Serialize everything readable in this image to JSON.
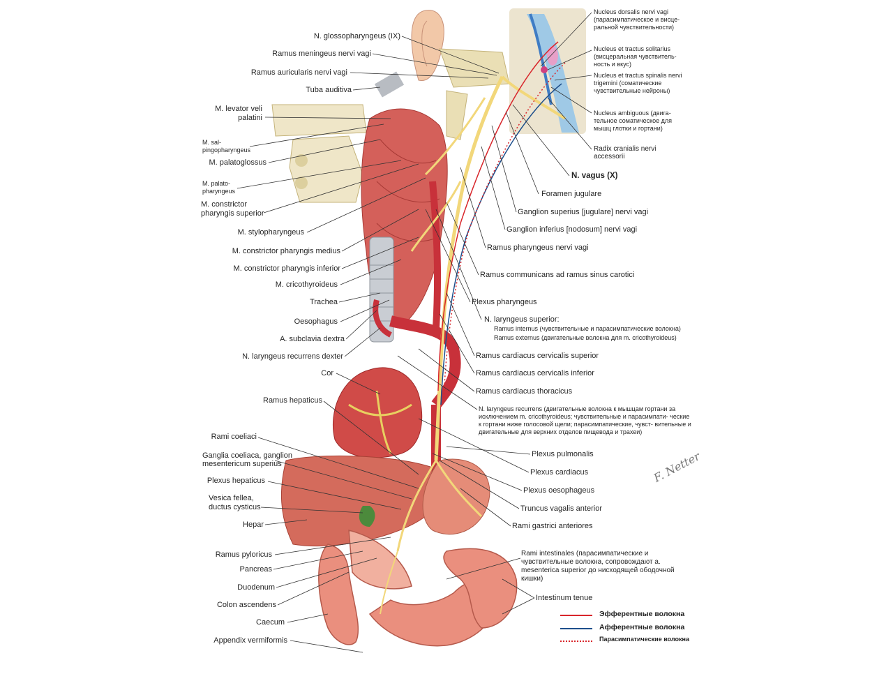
{
  "colors": {
    "efferent": "#d8262b",
    "afferent": "#1e4f8c",
    "parasympathetic": "#d8262b",
    "nerve": "#f2d77a",
    "muscle": "#d4605a",
    "organ": "#e58c78",
    "bone": "#efe6c8"
  },
  "labels": {
    "nucleus_dorsalis": "Nucleus dorsalis nervi vagi (парасимпатическое и висце- ральной чувствительности)",
    "nucleus_tractus_solitarius": "Nucleus et tractus solitarius (висцеральная чувствитель- ность и вкус)",
    "nucleus_spinalis": "Nucleus et tractus spinalis nervi trigemini (соматические чувствительные нейроны)",
    "nucleus_ambiguous": "Nucleus ambiguous (двига- тельное соматическое для мышц глотки и гортани)",
    "radix_cranialis": "Radix cranialis nervi accessorii",
    "n_vagus": "N. vagus (X)",
    "foramen_jugulare": "Foramen jugulare",
    "ganglion_superius": "Ganglion superius [jugulare] nervi vagi",
    "ganglion_inferius": "Ganglion inferius [nodosum] nervi vagi",
    "ramus_pharyngeus": "Ramus pharyngeus nervi vagi",
    "ramus_communicans": "Ramus communicans ad ramus sinus carotici",
    "plexus_pharyngeus": "Plexus pharyngeus",
    "n_laryngeus_superior": "N. laryngeus superior:",
    "ramus_internus": "Ramus internus (чувствительные и парасимпатические волокна)",
    "ramus_externus": "Ramus externus (двигательные волокна для m. cricothyroideus)",
    "ramus_card_cerv_sup": "Ramus cardiacus cervicalis superior",
    "ramus_card_cerv_inf": "Ramus cardiacus cervicalis inferior",
    "ramus_card_thor": "Ramus cardiacus thoracicus",
    "n_laryngeus_recurrens": "N. laryngeus recurrens (двигательные волокна к мышцам гортани за исключением m. cricothyroideus; чувствительные и парасимпати- ческие к гортани ниже голосовой щели; парасимпатические, чувст- вительные и двигательные для верхних отделов пищевода и трахеи)",
    "plexus_pulmonalis": "Plexus pulmonalis",
    "plexus_cardiacus": "Plexus cardiacus",
    "plexus_oesophageus": "Plexus oesophageus",
    "truncus_vagalis": "Truncus vagalis anterior",
    "rami_gastrici": "Rami gastrici anteriores",
    "rami_intestinales": "Rami intestinales (парасимпатические и чувствительные волокна, сопровождают a. mesenterica superior до нисходящей ободочной кишки)",
    "intestinum_tenue": "Intestinum tenue",
    "n_glossopharyngeus": "N. glossopharyngeus (IX)",
    "ramus_meningeus": "Ramus meningeus nervi vagi",
    "ramus_auricularis": "Ramus auricularis nervi vagi",
    "tuba_auditiva": "Tuba auditiva",
    "m_levator": "M. levator veli palatini",
    "m_salpingo": "M. sal- pingopharyngeus",
    "m_palatoglossus": "M. palatoglossus",
    "m_palatopharyngeus": "M. palato- pharyngeus",
    "m_constrictor_sup": "M. constrictor pharyngis superior",
    "m_stylopharyngeus": "M. stylopharyngeus",
    "m_constrictor_med": "M. constrictor pharyngis medius",
    "m_constrictor_inf": "M. constrictor pharyngis inferior",
    "m_cricothyroideus": "M. cricothyroideus",
    "trachea": "Trachea",
    "oesophagus": "Oesophagus",
    "a_subclavia": "A. subclavia dextra",
    "n_laryngeus_dexter": "N. laryngeus recurrens dexter",
    "cor": "Cor",
    "ramus_hepaticus": "Ramus hepaticus",
    "rami_coeliaci": "Rami coeliaci",
    "ganglia_coeliaca": "Ganglia coeliaca, ganglion mesentericum superius",
    "plexus_hepaticus": "Plexus hepaticus",
    "vesica_fellea": "Vesica fellea, ductus cysticus",
    "hepar": "Hepar",
    "ramus_pyloricus": "Ramus pyloricus",
    "pancreas": "Pancreas",
    "duodenum": "Duodenum",
    "colon_ascendens": "Colon ascendens",
    "caecum": "Caecum",
    "appendix": "Appendix vermiformis"
  },
  "legend": [
    {
      "label": "Эфферентные волокна",
      "style": "solid",
      "color": "#d8262b"
    },
    {
      "label": "Афферентные волокна",
      "style": "solid",
      "color": "#1e4f8c"
    },
    {
      "label": "Парасимпатические волокна",
      "style": "dotted",
      "color": "#d8262b"
    }
  ],
  "signature": "F. Netter"
}
